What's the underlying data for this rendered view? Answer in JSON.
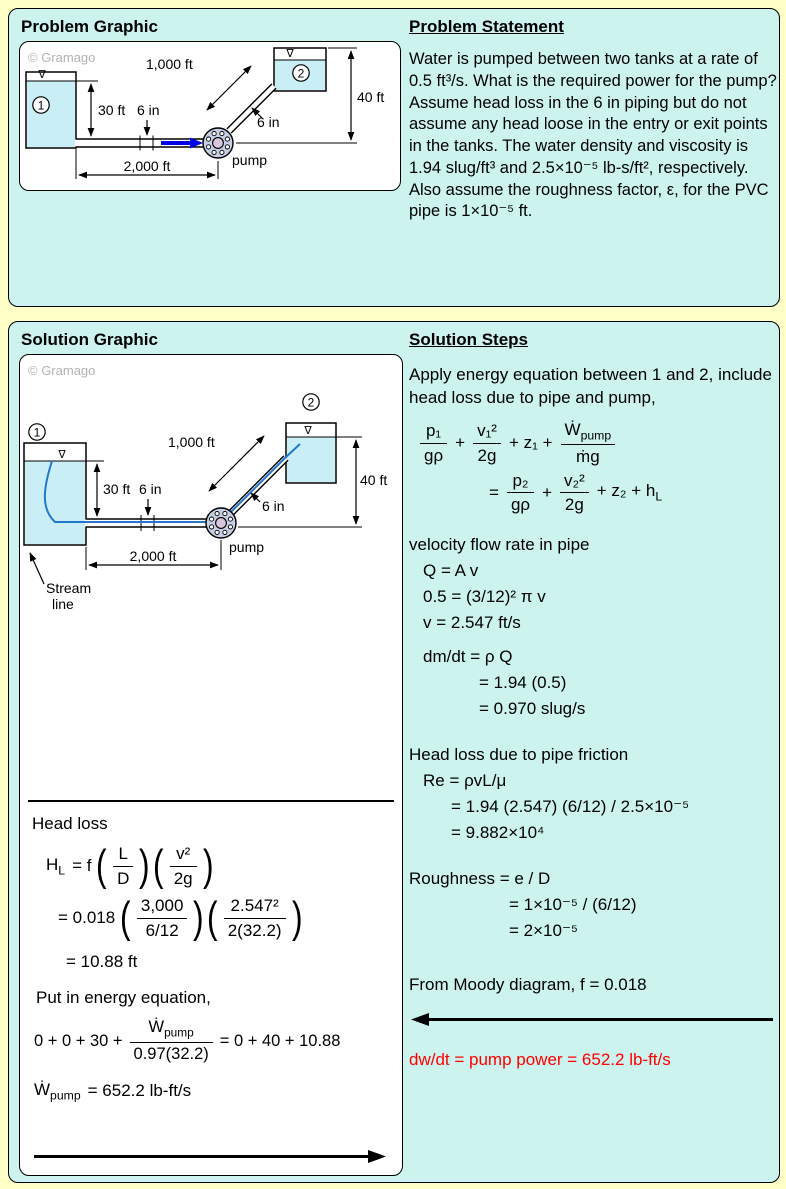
{
  "problem": {
    "graphic_title": "Problem Graphic",
    "statement_title": "Problem Statement",
    "watermark": "© Gramago",
    "statement": "Water is pumped between two tanks at a rate of 0.5 ft³/s. What is the required power for the pump? Assume head loss in the 6 in piping but do not assume any head loose in the entry or exit points in the tanks. The water density and viscosity is 1.94 slug/ft³ and 2.5×10⁻⁵ lb-s/ft², respectively. Also assume the roughness factor, ε, for the PVC pipe is 1×10⁻⁵ ft.",
    "diagram": {
      "tank1": "1",
      "tank2": "2",
      "surface": "∇",
      "dim_1000": "1,000 ft",
      "dim_30": "30 ft",
      "dim_6a": "6 in",
      "dim_40": "40 ft",
      "dim_6b": "6 in",
      "pump": "pump",
      "dim_2000": "2,000 ft"
    }
  },
  "solution": {
    "graphic_title": "Solution Graphic",
    "steps_title": "Solution Steps",
    "watermark": "© Gramago",
    "diagram": {
      "tank1": "1",
      "tank2": "2",
      "surface": "∇",
      "dim_1000": "1,000 ft",
      "dim_30": "30 ft",
      "dim_6a": "6 in",
      "dim_40": "40 ft",
      "dim_6b": "6 in",
      "pump": "pump",
      "dim_2000": "2,000 ft",
      "stream1": "Stream",
      "stream2": "line"
    },
    "box": {
      "head_loss": "Head loss",
      "hl_main": "H",
      "hl_sub": "L",
      "hl_eq": "=  f",
      "fL_num": "L",
      "fL_den": "D",
      "fv_num": "v²",
      "fv_den": "2g",
      "l2": "=  0.018",
      "f3_num": "3,000",
      "f3_den": "6/12",
      "f4_num": "2.547²",
      "f4_den": "2(32.2)",
      "l3": "=  10.88 ft",
      "put": "Put in energy equation,",
      "en_pre": "0 + 0 + 30 +",
      "wdot": "Ẇ",
      "pump_sub": "pump",
      "en_den": "0.97(32.2)",
      "en_post": "= 0 + 40 + 10.88",
      "res_eq": "= 652.2 lb-ft/s"
    },
    "steps": {
      "intro": "Apply energy equation between 1 and 2, include head loss due to pipe and pump,",
      "f1n": "p₁",
      "f1d": "gρ",
      "plus1": "+",
      "f2n": "v₁²",
      "f2d": "2g",
      "mid": "+ z₁ +",
      "wdot": "Ẇ",
      "pump_sub": "pump",
      "f3d": "ṁg",
      "eq": "=",
      "f4n": "p₂",
      "f4d": "gρ",
      "plus2": "+",
      "f5n": "v₂²",
      "f5d": "2g",
      "tail": "+ z₂ + h",
      "tail_sub": "L",
      "vel_title": "velocity flow rate in pipe",
      "q1": "Q = A v",
      "q2": "0.5 = (3/12)² π v",
      "q3": "v = 2.547 ft/s",
      "m1": "dm/dt = ρ Q",
      "m2": "= 1.94 (0.5)",
      "m3": "= 0.970 slug/s",
      "fric_title": "Head loss due to pipe friction",
      "r1": "Re = ρvL/μ",
      "r2": "= 1.94 (2.547) (6/12) / 2.5×10⁻⁵",
      "r3": "= 9.882×10⁴",
      "g1": "Roughness = e / D",
      "g2": "= 1×10⁻⁵ / (6/12)",
      "g3": "= 2×10⁻⁵",
      "moody": "From Moody diagram, f = 0.018",
      "answer": "dw/dt = pump power = 652.2 lb-ft/s"
    },
    "sym": {
      "lp": "(",
      "rp": ")"
    }
  }
}
